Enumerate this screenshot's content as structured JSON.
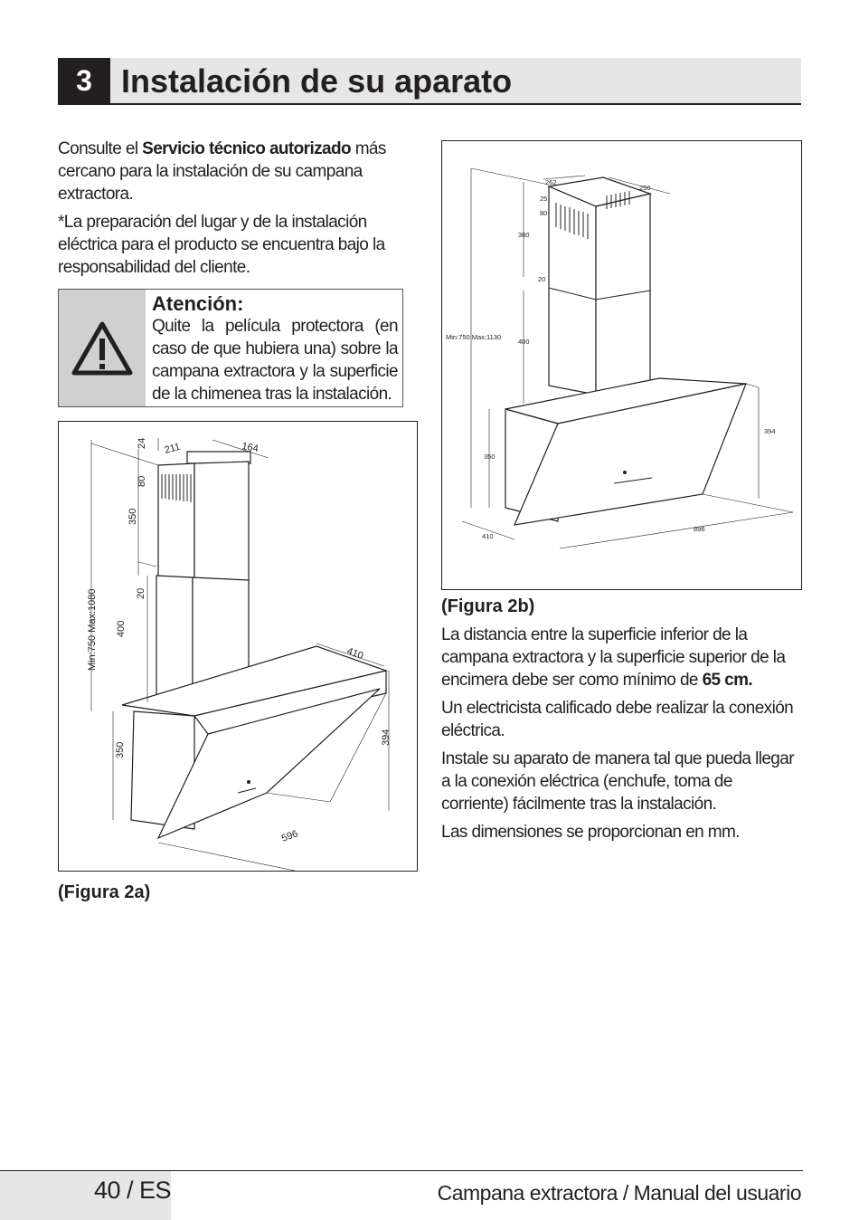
{
  "header": {
    "section_number": "3",
    "title": "Instalación de su aparato"
  },
  "left_column": {
    "para1_pre": "Consulte el ",
    "para1_bold": "Servicio técnico autorizado",
    "para1_post": " más cercano para la instalación de su campana extractora.",
    "para2": "*La preparación del lugar y de la instalación eléctrica para el producto se encuentra bajo la responsabilidad del cliente."
  },
  "attention": {
    "icon": "warning-triangle-icon",
    "title": "Atención:",
    "body": "Quite la película protectora (en caso de que hubiera una) sobre la campana extractora y la superficie de la chimenea tras la instalación."
  },
  "figure_a": {
    "caption": "(Figura 2a)",
    "dims": {
      "d24": "24",
      "d211": "211",
      "d164": "164",
      "d80": "80",
      "d350_top": "350",
      "d20": "20",
      "d400": "400",
      "range": "Min:750  Max:1080",
      "d410": "410",
      "d394": "394",
      "d350_bottom": "350",
      "d596": "596"
    }
  },
  "figure_b": {
    "caption": "(Figura 2b)",
    "dims": {
      "d262": "262",
      "d250": "250",
      "d25": "25",
      "d80": "80",
      "d380": "380",
      "d20": "20",
      "range": "Min:750   Max:1130",
      "d400": "400",
      "d394": "394",
      "d350": "350",
      "d410": "410",
      "d896": "896"
    }
  },
  "right_column": {
    "para1_pre": "La distancia entre la superficie inferior de la campana extractora y la superficie superior de la encimera debe ser como mínimo de ",
    "para1_bold": "65 cm.",
    "para2": " Un electricista calificado debe realizar la conexión eléctrica.",
    "para3": " Instale su aparato de  manera tal que pueda llegar a la conexión eléctrica (enchufe, toma de corriente) fácilmente tras la instalación.",
    "para4": "Las dimensiones se proporcionan en mm."
  },
  "footer": {
    "page": "40 / ES",
    "doc_title": "Campana extractora / Manual del usuario"
  }
}
